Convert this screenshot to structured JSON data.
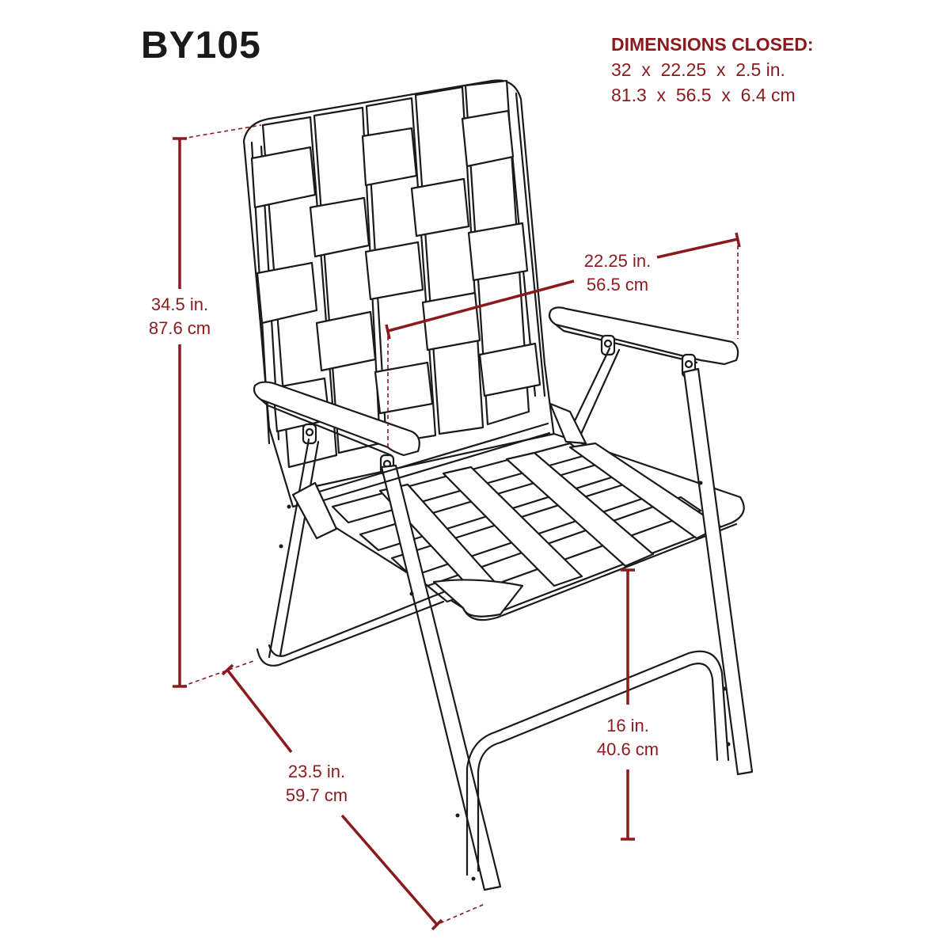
{
  "model": "BY105",
  "closed_dimensions": {
    "heading": "DIMENSIONS CLOSED:",
    "imperial": "32  x  22.25  x  2.5 in.",
    "metric": "81.3  x  56.5  x  6.4 cm"
  },
  "dimensions": {
    "height": {
      "imperial": "34.5 in.",
      "metric": "87.6 cm"
    },
    "width": {
      "imperial": "22.25 in.",
      "metric": "56.5 cm"
    },
    "depth": {
      "imperial": "23.5 in.",
      "metric": "59.7 cm"
    },
    "seat_height": {
      "imperial": "16 in.",
      "metric": "40.6 cm"
    }
  },
  "colors": {
    "dimension": "#8b1a1e",
    "outline": "#1a1a1a",
    "fill": "#ffffff"
  }
}
